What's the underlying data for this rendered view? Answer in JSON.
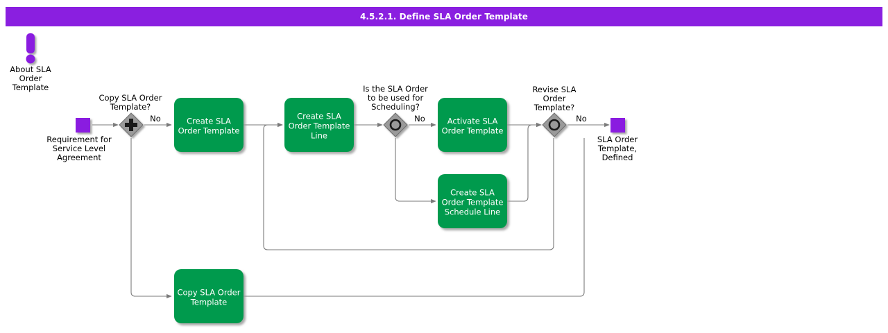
{
  "header": {
    "title": "4.5.2.1. Define SLA Order Template",
    "bar_color": "#8A1FE0",
    "text_color": "#FFFFFF"
  },
  "theme": {
    "task_fill": "#009A4E",
    "task_text": "#FFFFFF",
    "event_fill": "#8A1FE0",
    "gateway_fill": "#9A9A9A",
    "gateway_stroke": "#3C3C3C",
    "flow_stroke": "#7A7A7A",
    "label_text": "#000000",
    "background": "#FFFFFF"
  },
  "diagram": {
    "type": "bpmn-flowchart",
    "annotation": {
      "icon": "exclamation-icon",
      "label": "About SLA Order Template",
      "label_lines": [
        "About SLA",
        "Order",
        "Template"
      ]
    },
    "events": [
      {
        "id": "start-event",
        "kind": "start",
        "shape": "square",
        "label": "Requirement for Service Level Agreement",
        "label_lines": [
          "Requirement for",
          "Service Level",
          "Agreement"
        ],
        "label_position": "below"
      },
      {
        "id": "end-event",
        "kind": "end",
        "shape": "square",
        "label": "SLA Order Template, Defined",
        "label_lines": [
          "SLA Order",
          "Template,",
          "Defined"
        ],
        "label_position": "below"
      }
    ],
    "gateways": [
      {
        "id": "gateway-copy-sla-order-template",
        "marker": "plus",
        "type": "parallel-xor",
        "label": "Copy SLA Order Template?",
        "label_lines": [
          "Copy SLA Order",
          "Template?"
        ],
        "outgoing": [
          {
            "label": "No",
            "target": "task-create-sla-order-template"
          },
          {
            "label": "",
            "target": "task-copy-sla-order-template"
          }
        ]
      },
      {
        "id": "gateway-scheduling",
        "marker": "circle",
        "type": "inclusive-or",
        "label": "Is the SLA Order to be used for Scheduling?",
        "label_lines": [
          "Is the SLA Order",
          "to be used for",
          "Scheduling?"
        ],
        "outgoing": [
          {
            "label": "No",
            "target": "task-activate-sla-order-template"
          },
          {
            "label": "",
            "target": "task-create-sla-order-template-schedule-line"
          }
        ]
      },
      {
        "id": "gateway-revise-sla-order-template",
        "marker": "circle",
        "type": "inclusive-or",
        "label": "Revise SLA Order Template?",
        "label_lines": [
          "Revise SLA",
          "Order",
          "Template?"
        ],
        "outgoing": [
          {
            "label": "No",
            "target": "end-event"
          },
          {
            "label": "",
            "target": "task-copy-sla-order-template"
          }
        ]
      }
    ],
    "tasks": [
      {
        "id": "task-create-sla-order-template",
        "label": "Create SLA Order Template",
        "label_lines": [
          "Create SLA",
          "Order Template"
        ]
      },
      {
        "id": "task-create-sla-order-template-line",
        "label": "Create SLA Order Template Line",
        "label_lines": [
          "Create SLA",
          "Order Template",
          "Line"
        ]
      },
      {
        "id": "task-activate-sla-order-template",
        "label": "Activate SLA Order Template",
        "label_lines": [
          "Activate SLA",
          "Order Template"
        ]
      },
      {
        "id": "task-create-sla-order-template-schedule-line",
        "label": "Create SLA Order Template Schedule Line",
        "label_lines": [
          "Create SLA",
          "Order Template",
          "Schedule Line"
        ]
      },
      {
        "id": "task-copy-sla-order-template",
        "label": "Copy SLA Order Template",
        "label_lines": [
          "Copy SLA Order",
          "Template"
        ]
      }
    ],
    "edge_labels": [
      "No",
      "No",
      "No"
    ]
  }
}
